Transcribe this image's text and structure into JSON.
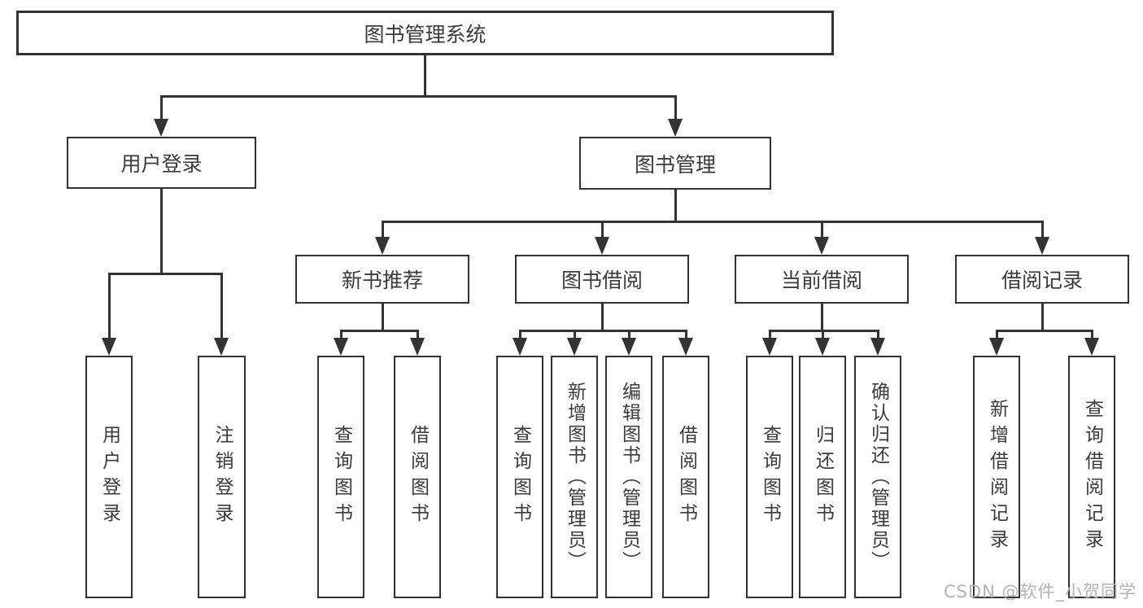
{
  "diagram": {
    "root": {
      "label": "图书管理系统"
    },
    "level2": [
      {
        "label": "用户登录"
      },
      {
        "label": "图书管理"
      }
    ],
    "level3": [
      {
        "label": "新书推荐"
      },
      {
        "label": "图书借阅"
      },
      {
        "label": "当前借阅"
      },
      {
        "label": "借阅记录"
      }
    ],
    "leaves": {
      "user_login": [
        {
          "label": "用户登录"
        },
        {
          "label": "注销登录"
        }
      ],
      "new_books": [
        {
          "label": "查询图书"
        },
        {
          "label": "借阅图书"
        }
      ],
      "book_borrow": [
        {
          "label": "查询图书"
        },
        {
          "label": "新增图书（管理员）"
        },
        {
          "label": "编辑图书（管理员）"
        },
        {
          "label": "借阅图书"
        }
      ],
      "current_borrow": [
        {
          "label": "查询图书"
        },
        {
          "label": "归还图书"
        },
        {
          "label": "确认归还（管理员）"
        }
      ],
      "borrow_records": [
        {
          "label": "新增借阅记录"
        },
        {
          "label": "查询借阅记录"
        }
      ]
    }
  },
  "watermark": "CSDN @软件_小贺同学",
  "colors": {
    "line": "#333333",
    "text": "#3b3b3b",
    "watermark": "#b3b3b3",
    "background": "#ffffff"
  }
}
